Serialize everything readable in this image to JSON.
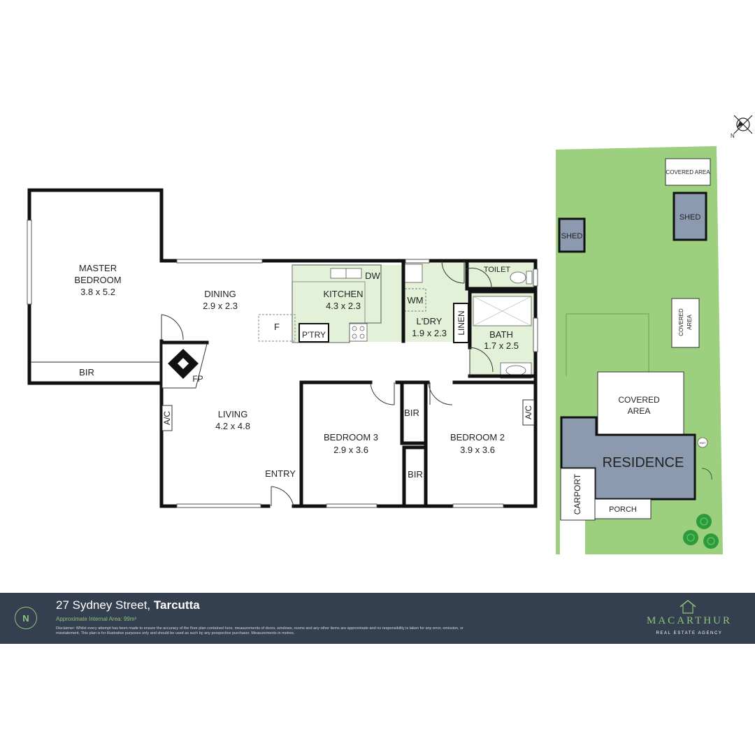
{
  "plan": {
    "master_bedroom": {
      "name_1": "MASTER",
      "name_2": "BEDROOM",
      "size": "3.8 x 5.2"
    },
    "master_bir": "BIR",
    "dining": {
      "name": "DINING",
      "size": "2.9 x 2.3"
    },
    "kitchen": {
      "name": "KITCHEN",
      "size": "4.3 x 2.3"
    },
    "dw": "DW",
    "fridge": "F",
    "pantry": "P'TRY",
    "laundry": {
      "name": "L'DRY",
      "size": "1.9 x 2.3"
    },
    "wm": "WM",
    "linen": "LINEN",
    "toilet": "TOILET",
    "bath": {
      "name": "BATH",
      "size": "1.7 x 2.5"
    },
    "fireplace": "FP",
    "living": {
      "name": "LIVING",
      "size": "4.2 x 4.8"
    },
    "living_ac": "A/C",
    "entry": "ENTRY",
    "bedroom3": {
      "name": "BEDROOM 3",
      "size": "2.9 x 3.6"
    },
    "bedroom2": {
      "name": "BEDROOM 2",
      "size": "3.9 x 3.6"
    },
    "bed2_ac": "A/C",
    "bir_upper": "BIR",
    "bir_lower": "BIR"
  },
  "site": {
    "covered_area_top": "COVERED AREA",
    "shed_right": "SHED",
    "shed_left": "SHED",
    "covered_area_mid_1": "COVERED",
    "covered_area_mid_2": "AREA",
    "covered_area_main_1": "COVERED",
    "covered_area_main_2": "AREA",
    "residence": "RESIDENCE",
    "carport": "CARPORT",
    "porch": "PORCH",
    "hwt": "HWT",
    "compass_letter": "N"
  },
  "footer": {
    "compass_letter": "N",
    "address_street": "27 Sydney Street,",
    "address_suburb": "Tarcutta",
    "area_label": "Approximate Internal Area:",
    "area_value": "99m²",
    "disclaimer": "Disclaimer: Whilst every attempt has been made to ensure the accuracy of the floor plan contained here, measurements of doors, windows, rooms and any other items are approximate and no responsibility is taken for any error, omission, or misstatement. This plan is for illustrative purposes only and should be used as such by any prospective purchaser. Measurements in metres.",
    "brand_name": "MACARTHUR",
    "brand_tagline": "REAL ESTATE AGENCY"
  },
  "colors": {
    "wall": "#111111",
    "wet_area": "#e4f1d9",
    "lawn": "#9ccf7e",
    "residence": "#8c9ab0",
    "footer": "#343f4f",
    "brand_green": "#8fc47a"
  }
}
